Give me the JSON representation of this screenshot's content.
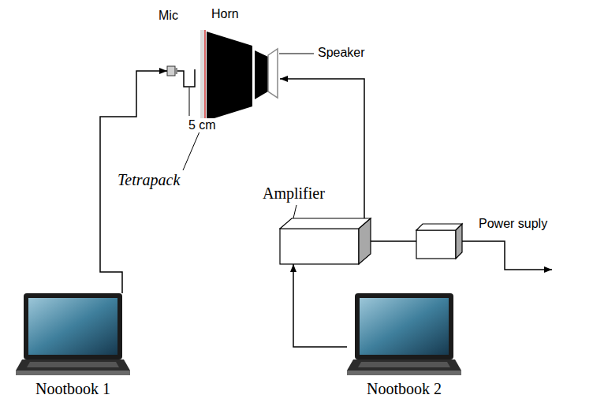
{
  "diagram": {
    "nodes": [
      {
        "text": [
          "Mic"
        ]
      },
      {
        "text": [
          "Horn"
        ]
      },
      {
        "text": [
          "Amplifier"
        ]
      },
      {
        "text": [
          "Nootbook 1"
        ]
      },
      {
        "text": [
          "Nootbook 2"
        ]
      }
    ],
    "edges": [
      {
        "from": 3,
        "to": 0,
        "arrow": "to"
      },
      {
        "from": 4,
        "to": 2,
        "arrow": "to"
      },
      {
        "from": 2,
        "to": 1,
        "arrow": "to"
      }
    ],
    "labels": [
      "Speaker",
      "5 cm",
      "Tetrapack",
      "Power suply"
    ]
  }
}
